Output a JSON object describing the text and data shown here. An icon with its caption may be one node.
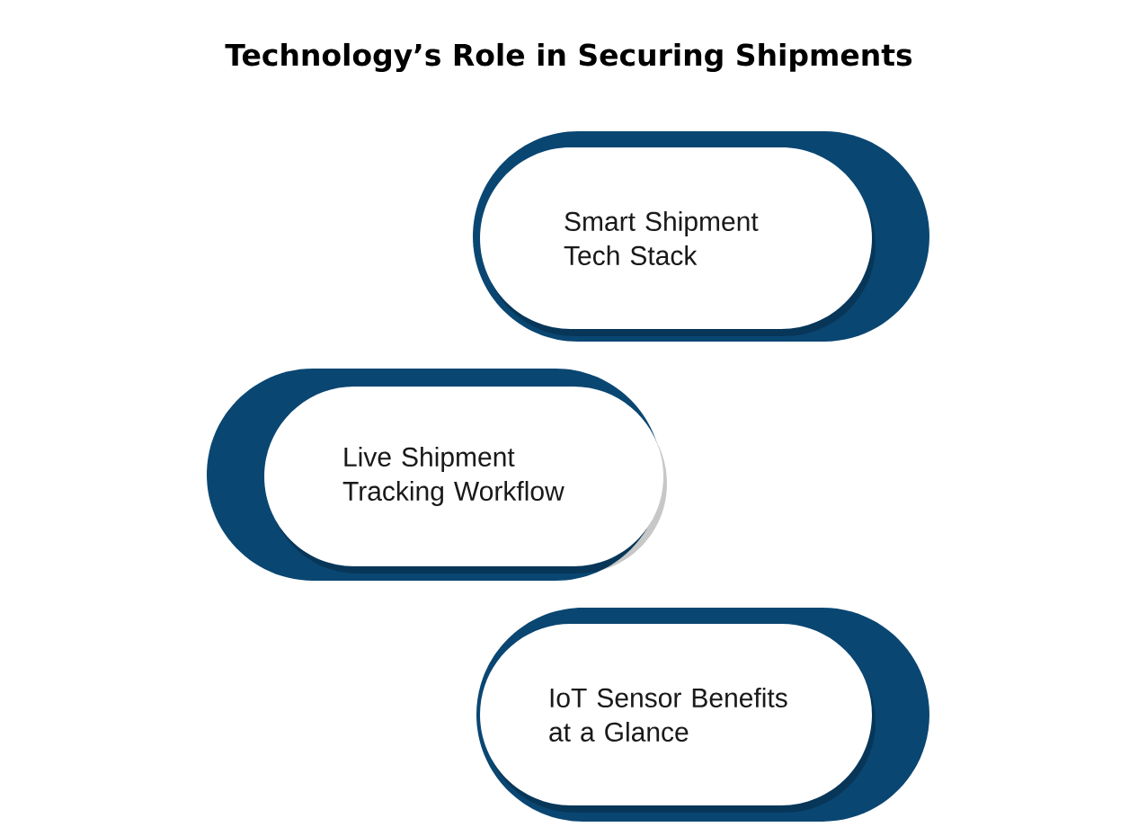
{
  "diagram": {
    "title": "Technology’s Role in Securing Shipments",
    "nodes": [
      {
        "text": [
          "Smart Shipment Tech Stack"
        ]
      },
      {
        "text": [
          "Live Shipment Tracking Workflow"
        ]
      },
      {
        "text": [
          "IoT Sensor Benefits at a Glance"
        ]
      }
    ]
  }
}
